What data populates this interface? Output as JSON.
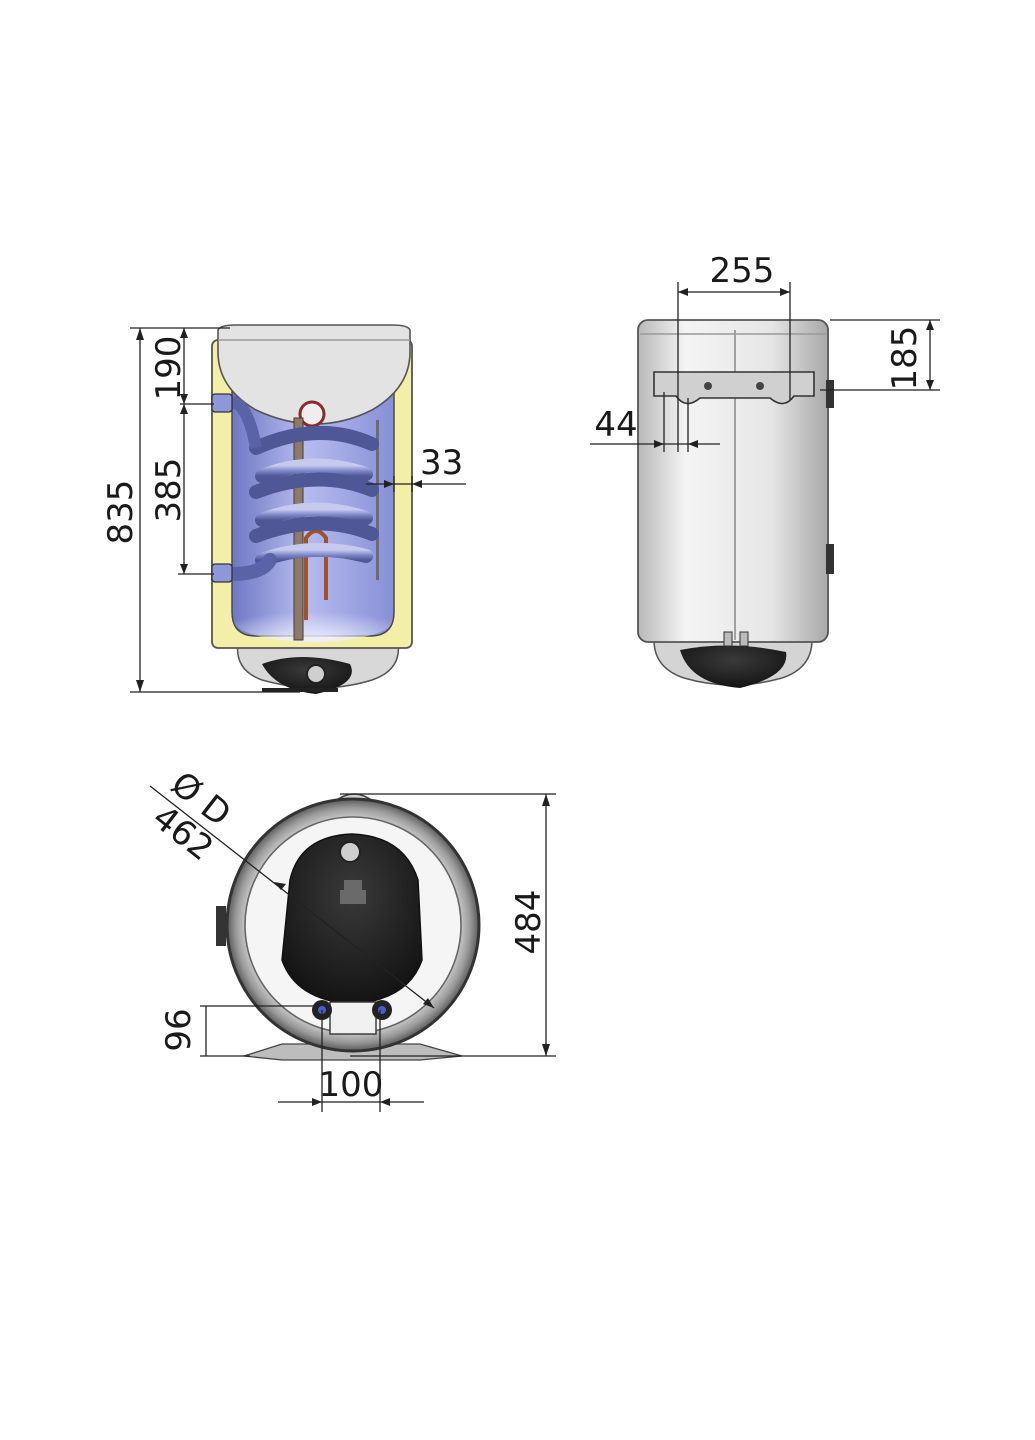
{
  "dimensions": {
    "front_top_offset": "190",
    "front_coil_span": "385",
    "front_total_height": "835",
    "front_side_gap": "33",
    "back_bracket_width": "255",
    "back_bracket_height": "185",
    "back_bracket_offset": "44",
    "bottom_diameter_symbol": "Ø D",
    "bottom_diameter": "462",
    "bottom_depth": "484",
    "bottom_pipe_height": "96",
    "bottom_pipe_spacing": "100"
  },
  "colors": {
    "tank_inner": "#9fa6e0",
    "insulation": "#f4efa6",
    "shell": "#d9d9d9",
    "dark_part": "#1c1c1c"
  }
}
